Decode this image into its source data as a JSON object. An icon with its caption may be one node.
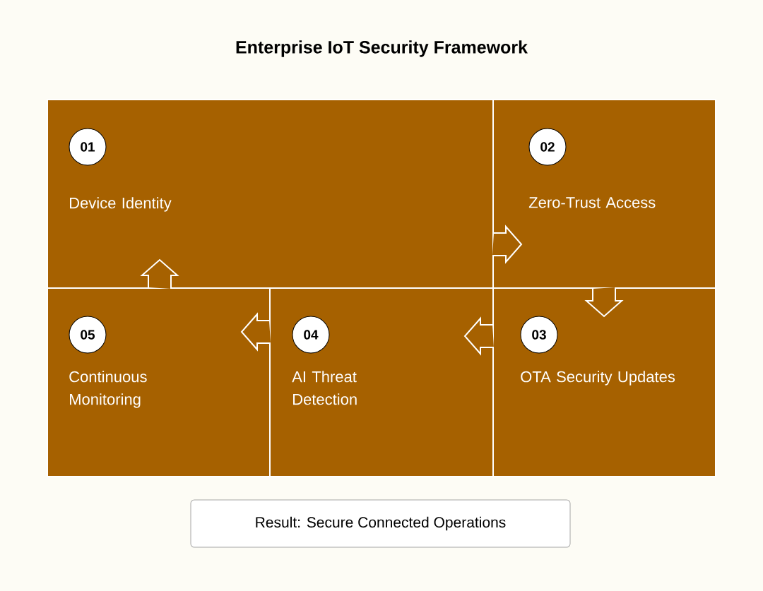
{
  "diagram": {
    "title": "Enterprise IoT Security Framework",
    "nodes": [
      {
        "text": [
          "01",
          "Device Identity"
        ]
      },
      {
        "text": [
          "02",
          "Zero-Trust Access"
        ]
      },
      {
        "text": [
          "03",
          "OTA Security Updates"
        ]
      },
      {
        "text": [
          "04",
          "AI Threat Detection"
        ]
      },
      {
        "text": [
          "05",
          "Continuous Monitoring"
        ]
      },
      {
        "text": [
          "Result: Secure Connected Operations"
        ]
      }
    ],
    "edges": [
      {
        "from": 0,
        "to": 1,
        "arrow": "to"
      },
      {
        "from": 1,
        "to": 2,
        "arrow": "to"
      },
      {
        "from": 2,
        "to": 3,
        "arrow": "to"
      },
      {
        "from": 3,
        "to": 4,
        "arrow": "to"
      },
      {
        "from": 4,
        "to": 0,
        "arrow": "to"
      }
    ]
  }
}
